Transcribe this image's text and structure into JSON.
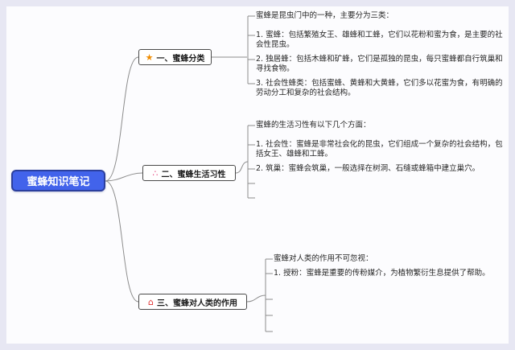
{
  "root": {
    "label": "蜜蜂知识笔记"
  },
  "branches": [
    {
      "icon": "star-icon",
      "icon_glyph": "★",
      "icon_color": "#f08c00",
      "label": "一、蜜蜂分类",
      "intro": "蜜蜂是昆虫门中的一种，主要分为三类：",
      "items": [
        "1. 蜜蜂：包括繁殖女王、雄蜂和工蜂，它们以花粉和蜜为食，是主要的社会性昆虫。",
        "2. 独居蜂：包括木蜂和矿蜂，它们是孤独的昆虫，每只蜜蜂都自行筑巢和寻找食物。",
        "3. 社会性蜂类：包括蜜蜂、黄蜂和大黄蜂，它们多以花蜜为食，有明确的劳动分工和复杂的社会结构。"
      ]
    },
    {
      "icon": "dots-icon",
      "icon_glyph": "∴",
      "icon_color": "#e64980",
      "label": "二、蜜蜂生活习性",
      "intro": "蜜蜂的生活习性有以下几个方面：",
      "items": [
        "1. 社会性：蜜蜂是非常社会化的昆虫，它们组成一个复杂的社会结构，包括女王、雄蜂和工蜂。",
        "2. 筑巢：蜜蜂会筑巢，一般选择在树洞、石缝或蜂箱中建立巢穴。"
      ]
    },
    {
      "icon": "home-icon",
      "icon_glyph": "⌂",
      "icon_color": "#e03131",
      "label": "三、蜜蜂对人类的作用",
      "intro": "蜜蜂对人类的作用不可忽视：",
      "items": [
        "1. 授粉：蜜蜂是重要的传粉媒介，为植物繁衍生息提供了帮助。"
      ]
    }
  ],
  "colors": {
    "root_bg": "#4263eb",
    "root_border": "#2b3f9e",
    "connector_line": "#8c8c8c",
    "background_frame": "#e7e7f3"
  }
}
